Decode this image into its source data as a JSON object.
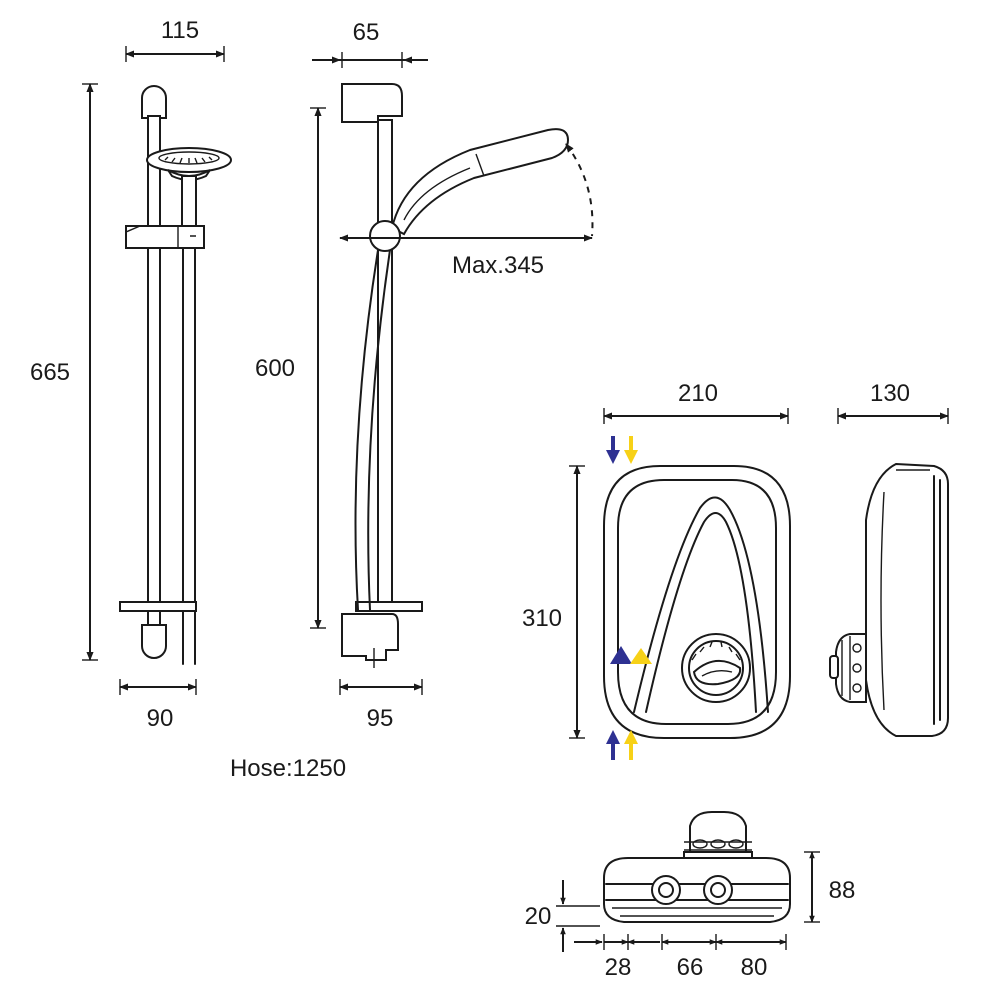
{
  "colors": {
    "line": "#1a1a1a",
    "cold_water": "#2e3192",
    "hot_water": "#f7d117"
  },
  "dimensions": {
    "rail_width": "115",
    "rail_depth": "65",
    "rail_height": "665",
    "bracket_height": "600",
    "arm_reach": "Max.345",
    "rail_base_width": "90",
    "rail_base_depth": "95",
    "hose_length": "Hose:1250",
    "unit_width": "210",
    "unit_depth": "130",
    "unit_height": "310",
    "bottom_offset": "20",
    "bottom_height": "88",
    "inlet_left": "28",
    "inlet_spacing": "66",
    "inlet_right": "80"
  }
}
